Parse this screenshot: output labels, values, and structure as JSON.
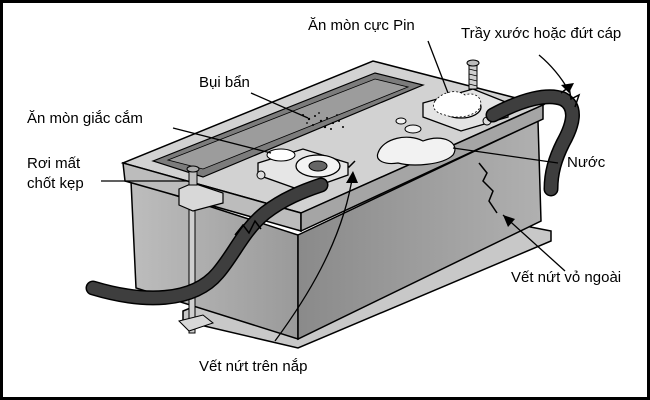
{
  "labels": {
    "pin_corrosion": "Ăn mòn cực Pin",
    "cable_damage": "Trầy xước hoặc đứt cáp",
    "dirt": "Bụi bẩn",
    "socket_corrosion": "Ăn mòn giắc cắm",
    "loose_clamp_line1": "Rơi mất",
    "loose_clamp_line2": "chốt kẹp",
    "water": "Nước",
    "case_crack": "Vết nứt vỏ ngoài",
    "lid_crack": "Vết nứt trên nắp"
  },
  "colors": {
    "case_front": "#a9a9a9",
    "case_side": "#8e8e8e",
    "lid": "#cfcfcf",
    "lid_recess": "#7a7a7a",
    "cable": "#3a3a3a",
    "outline": "#000000"
  }
}
